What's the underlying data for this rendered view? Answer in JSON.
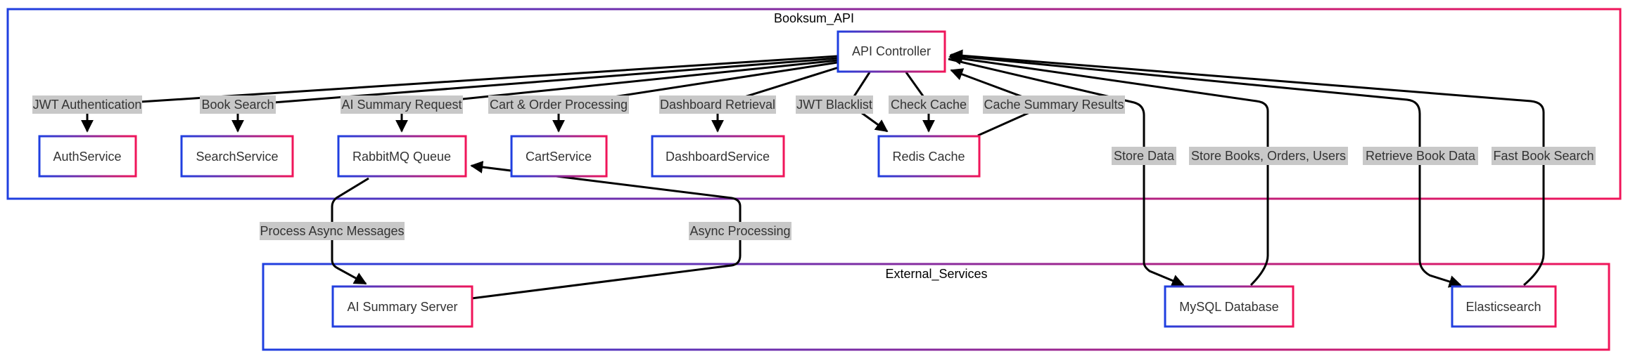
{
  "diagram": {
    "subgraphs": {
      "api": "Booksum_API",
      "ext": "External_Services"
    },
    "nodes": {
      "api_controller": "API Controller",
      "auth": "AuthService",
      "search": "SearchService",
      "rabbit": "RabbitMQ Queue",
      "cart": "CartService",
      "dashboard": "DashboardService",
      "redis": "Redis Cache",
      "ai_server": "AI Summary Server",
      "mysql": "MySQL Database",
      "elastic": "Elasticsearch"
    },
    "edges": {
      "jwt_auth": "JWT Authentication",
      "book_search": "Book Search",
      "ai_summary_request": "AI Summary Request",
      "cart_order": "Cart & Order Processing",
      "dashboard_retrieval": "Dashboard Retrieval",
      "jwt_blacklist": "JWT Blacklist",
      "check_cache": "Check Cache",
      "cache_summary": "Cache Summary Results",
      "store_data": "Store Data",
      "store_books": "Store Books, Orders, Users",
      "retrieve_book": "Retrieve Book Data",
      "fast_search": "Fast Book Search",
      "process_async": "Process Async Messages",
      "async_processing": "Async Processing"
    },
    "colors": {
      "gradient_start": "#1f3fe0",
      "gradient_end": "#f0155a",
      "edge": "#000000",
      "label_bg": "#c8c8c8"
    }
  }
}
